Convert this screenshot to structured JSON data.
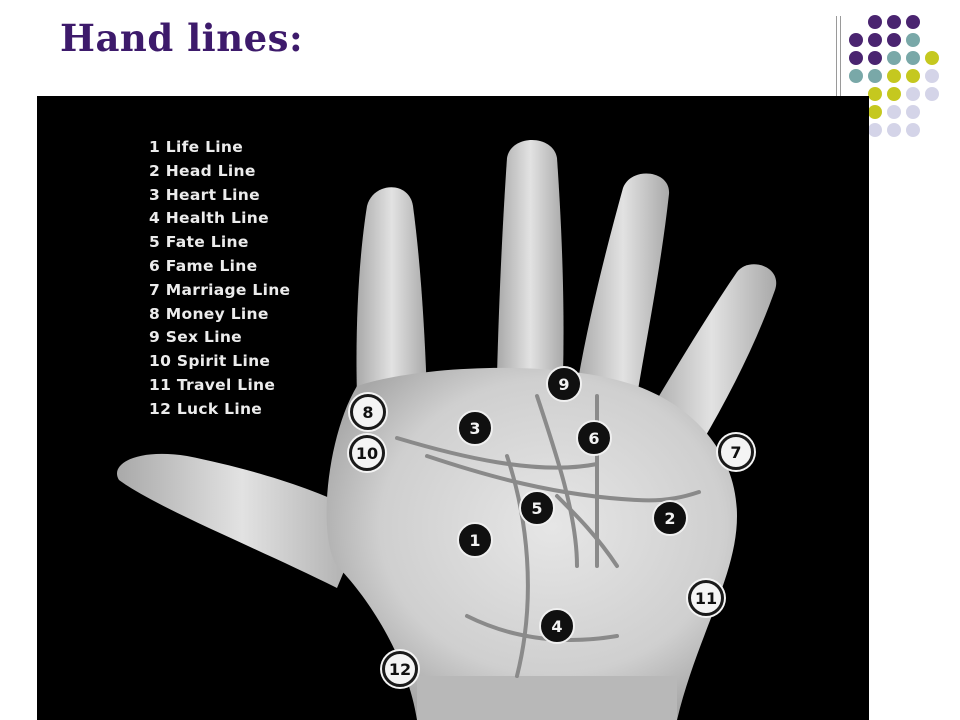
{
  "slide": {
    "title": "Hand lines:"
  },
  "decoration": {
    "dot_colors": {
      "purple": "#4a2470",
      "teal": "#79a8a8",
      "olive": "#c5c81f",
      "lavender": "#d4d4e8"
    }
  },
  "figure": {
    "legend": [
      "1 Life Line",
      "2 Head Line",
      "3 Heart Line",
      "4 Health Line",
      "5 Fate Line",
      "6 Fame Line",
      "7 Marriage Line",
      "8 Money Line",
      "9 Sex Line",
      "10 Spirit Line",
      "11 Travel Line",
      "12 Luck Line"
    ],
    "markers": [
      "1",
      "2",
      "3",
      "4",
      "5",
      "6",
      "7",
      "8",
      "9",
      "10",
      "11",
      "12"
    ]
  }
}
